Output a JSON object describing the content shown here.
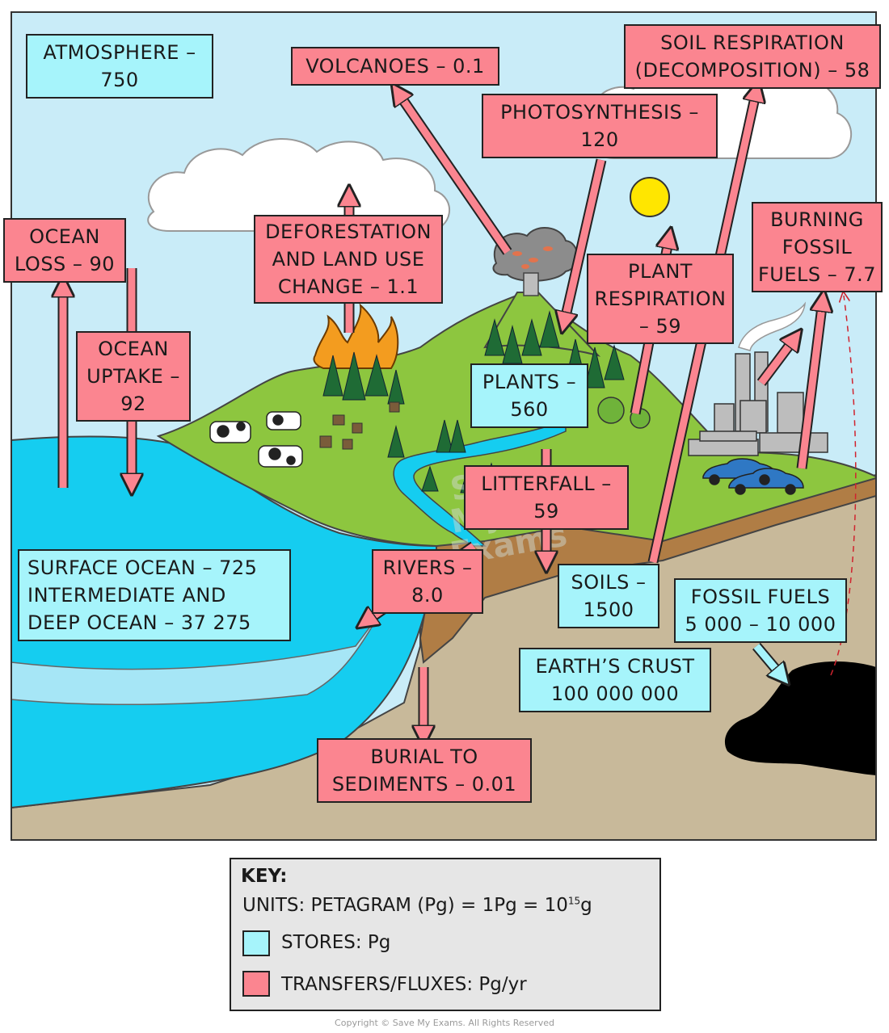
{
  "stores": {
    "atmosphere": [
      "ATMOSPHERE –",
      "750"
    ],
    "plants": [
      "PLANTS –",
      "560"
    ],
    "surface_ocean": [
      "SURFACE OCEAN – 725",
      "INTERMEDIATE AND",
      "DEEP OCEAN – 37 275"
    ],
    "soils": [
      "SOILS –",
      "1500"
    ],
    "fossil_fuels": [
      "FOSSIL FUELS",
      "5 000 – 10 000"
    ],
    "earths_crust": [
      "EARTH’S CRUST",
      "100 000 000"
    ]
  },
  "fluxes": {
    "volcanoes": [
      "VOLCANOES – 0.1"
    ],
    "soil_respiration": [
      "SOIL RESPIRATION",
      "(DECOMPOSITION) – 58"
    ],
    "photosynthesis": [
      "PHOTOSYNTHESIS –",
      "120"
    ],
    "ocean_loss": [
      "OCEAN",
      "LOSS – 90"
    ],
    "deforestation": [
      "DEFORESTATION",
      "AND LAND USE",
      "CHANGE – 1.1"
    ],
    "burning_fossil_fuels": [
      "BURNING",
      "FOSSIL",
      "FUELS – 7.7"
    ],
    "plant_respiration": [
      "PLANT",
      "RESPIRATION",
      "– 59"
    ],
    "ocean_uptake": [
      "OCEAN",
      "UPTAKE –",
      "92"
    ],
    "litterfall": [
      "LITTERFALL –",
      "59"
    ],
    "rivers": [
      "RIVERS –",
      "8.0"
    ],
    "burial": [
      "BURIAL TO",
      "SEDIMENTS – 0.01"
    ]
  },
  "key": {
    "title": "KEY:",
    "units": "UNITS: PETAGRAM (Pg) = 1Pg = 10",
    "units_exp": "15",
    "units_tail": "g",
    "stores_label": "STORES: Pg",
    "fluxes_label": "TRANSFERS/FLUXES: Pg/yr"
  },
  "colors": {
    "store": "#a6f4fb",
    "flux": "#fb8590",
    "sky": "#c9ecf8",
    "land": "#8dc63f",
    "ocean": "#15cdf0",
    "crust": "#c8b99a",
    "soil_band": "#b07d45",
    "key_bg": "#e6e6e6"
  },
  "watermark": [
    "Save",
    "My",
    "Exams"
  ],
  "copyright": "Copyright © Save My Exams. All Rights Reserved"
}
